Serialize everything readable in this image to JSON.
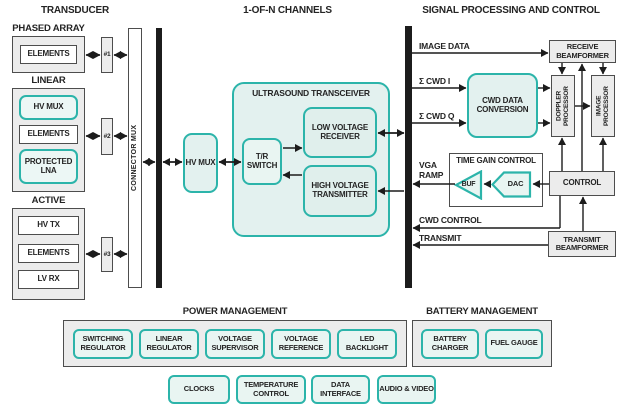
{
  "colors": {
    "teal": "#2cb4aa",
    "gray_fill": "#ececec",
    "teal_fill": "#e3f1ef",
    "line": "#1c1c1c"
  },
  "titles": {
    "transducer": "TRANSDUCER",
    "channels": "1-OF-N CHANNELS",
    "signal": "SIGNAL PROCESSING AND CONTROL"
  },
  "transducer": {
    "connector_mux": "CONNECTOR MUX",
    "phased_array": {
      "label": "PHASED ARRAY",
      "elements": "ELEMENTS",
      "connector": "#1"
    },
    "linear": {
      "label": "LINEAR",
      "hv_mux": "HV MUX",
      "elements": "ELEMENTS",
      "protected_lna": "PROTECTED LNA",
      "connector": "#2"
    },
    "active": {
      "label": "ACTIVE",
      "hv_tx": "HV TX",
      "elements": "ELEMENTS",
      "lv_rx": "LV RX",
      "connector": "#3"
    }
  },
  "channels": {
    "hv_mux": "HV MUX",
    "transceiver": {
      "title": "ULTRASOUND TRANSCEIVER",
      "tr_switch": "T/R SWITCH",
      "low_voltage_receiver": "LOW VOLTAGE RECEIVER",
      "high_voltage_transmitter": "HIGH VOLTAGE TRANSMITTER"
    }
  },
  "signal": {
    "image_data": "IMAGE DATA",
    "cwd_i": "Σ CWD I",
    "cwd_q": "Σ CWD Q",
    "cwd_data_conversion": "CWD DATA CONVERSION",
    "receive_beamformer": "RECEIVE BEAMFORMER",
    "doppler_processor": "DOPPLER PROCESSOR",
    "image_processor": "IMAGE PROCESSOR",
    "vga_ramp": "VGA RAMP",
    "time_gain_control": {
      "title": "TIME GAIN CONTROL",
      "buf": "BUF",
      "dac": "DAC"
    },
    "control": "CONTROL",
    "cwd_control": "CWD CONTROL",
    "transmit": "TRANSMIT",
    "transmit_beamformer": "TRANSMIT BEAMFORMER"
  },
  "power": {
    "title": "POWER MANAGEMENT",
    "items": [
      "SWITCHING REGULATOR",
      "LINEAR REGULATOR",
      "VOLTAGE SUPERVISOR",
      "VOLTAGE REFERENCE",
      "LED BACKLIGHT"
    ]
  },
  "battery": {
    "title": "BATTERY MANAGEMENT",
    "items": [
      "BATTERY CHARGER",
      "FUEL GAUGE"
    ]
  },
  "peripherals": {
    "items": [
      "CLOCKS",
      "TEMPERATURE CONTROL",
      "DATA INTERFACE",
      "AUDIO & VIDEO"
    ]
  }
}
